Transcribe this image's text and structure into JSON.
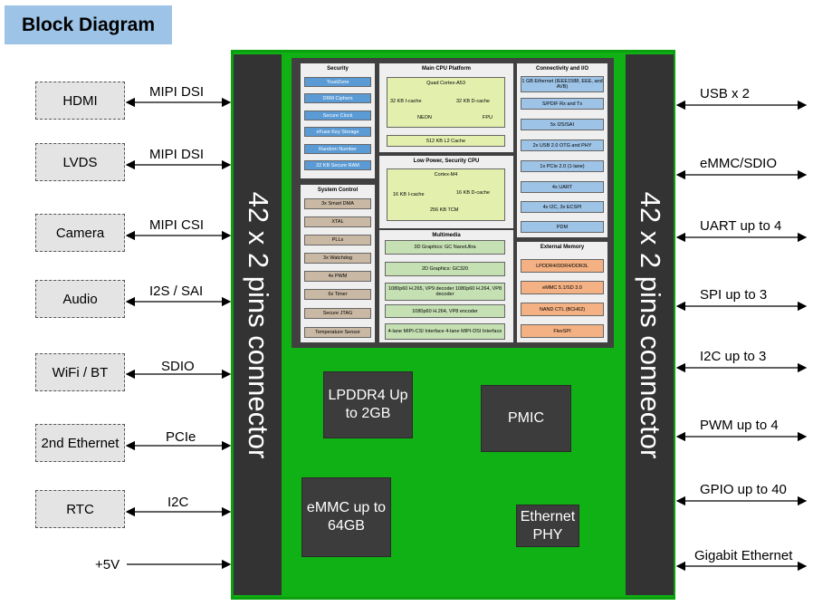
{
  "title": "Block Diagram",
  "connector_label": "42 x 2 pins connector",
  "left_peripherals": [
    {
      "name": "HDMI",
      "interface": "MIPI DSI"
    },
    {
      "name": "LVDS",
      "interface": "MIPI DSI"
    },
    {
      "name": "Camera",
      "interface": "MIPI CSI"
    },
    {
      "name": "Audio",
      "interface": "I2S / SAI"
    },
    {
      "name": "WiFi / BT",
      "interface": "SDIO"
    },
    {
      "name": "2nd Ethernet",
      "interface": "PCIe"
    },
    {
      "name": "RTC",
      "interface": "I2C"
    }
  ],
  "power_label": "+5V",
  "right_interfaces": [
    "USB x 2",
    "eMMC/SDIO",
    "UART up to 4",
    "SPI up to 3",
    "I2C up to 3",
    "PWM up to 4",
    "GPIO up to 40",
    "Gigabit Ethernet"
  ],
  "board_chips": {
    "lpddr4": "LPDDR4 Up to 2GB",
    "pmic": "PMIC",
    "emmc": "eMMC up to 64GB",
    "ethphy": "Ethernet PHY"
  },
  "soc": {
    "security": {
      "title": "Security",
      "items": [
        "TrustZone",
        "DRM Ciphers",
        "Secure Clock",
        "eFuse Key Storage",
        "Random Number",
        "32 KB Secure RAM"
      ]
    },
    "system_control": {
      "title": "System Control",
      "items": [
        "3x Smart DMA",
        "XTAL",
        "PLLs",
        "3x Watchdog",
        "4x PWM",
        "6x Timer",
        "Secure JTAG",
        "Temperature Sensor"
      ]
    },
    "main_cpu": {
      "title": "Main CPU Platform",
      "core": "Quad Cortex-A53",
      "icache": "32 KB I-cache",
      "dcache": "32 KB D-cache",
      "neon": "NEON",
      "fpu": "FPU",
      "l2": "512 KB L2 Cache"
    },
    "lp_cpu": {
      "title": "Low Power, Security CPU",
      "core": "Cortex-M4",
      "icache": "16 KB I-cache",
      "dcache": "16 KB D-cache",
      "tcm": "256 KB TCM"
    },
    "multimedia": {
      "title": "Multimedia",
      "items": [
        "3D Graphics: GC NanoUltra",
        "2D Graphics: GC320",
        "1080p60 H.265, VP9 decoder 1080p60 H.264, VP8 decoder",
        "1080p60 H.264, VP8 encoder",
        "4-lane MIPI-CSI Interface 4-lane MIPI-DSI Interface"
      ]
    },
    "connectivity": {
      "title": "Connectivity and I/O",
      "items": [
        "1 GB Ethernet (IEEE1588, EEE, and AVB)",
        "S/PDIF Rx and Tx",
        "5x I2S/SAI",
        "2x USB 2.0 OTG and PHY",
        "1x PCIe 2.0 (1-lane)",
        "4x UART",
        "4x I2C, 3x ECSPI",
        "PDM"
      ]
    },
    "external_memory": {
      "title": "External Memory",
      "items": [
        "LPDDR4/DDR4/DDR3L",
        "eMMC 5.1/SD 3.0",
        "NAND CTL (BCH62)",
        "FlexSPI"
      ]
    }
  }
}
